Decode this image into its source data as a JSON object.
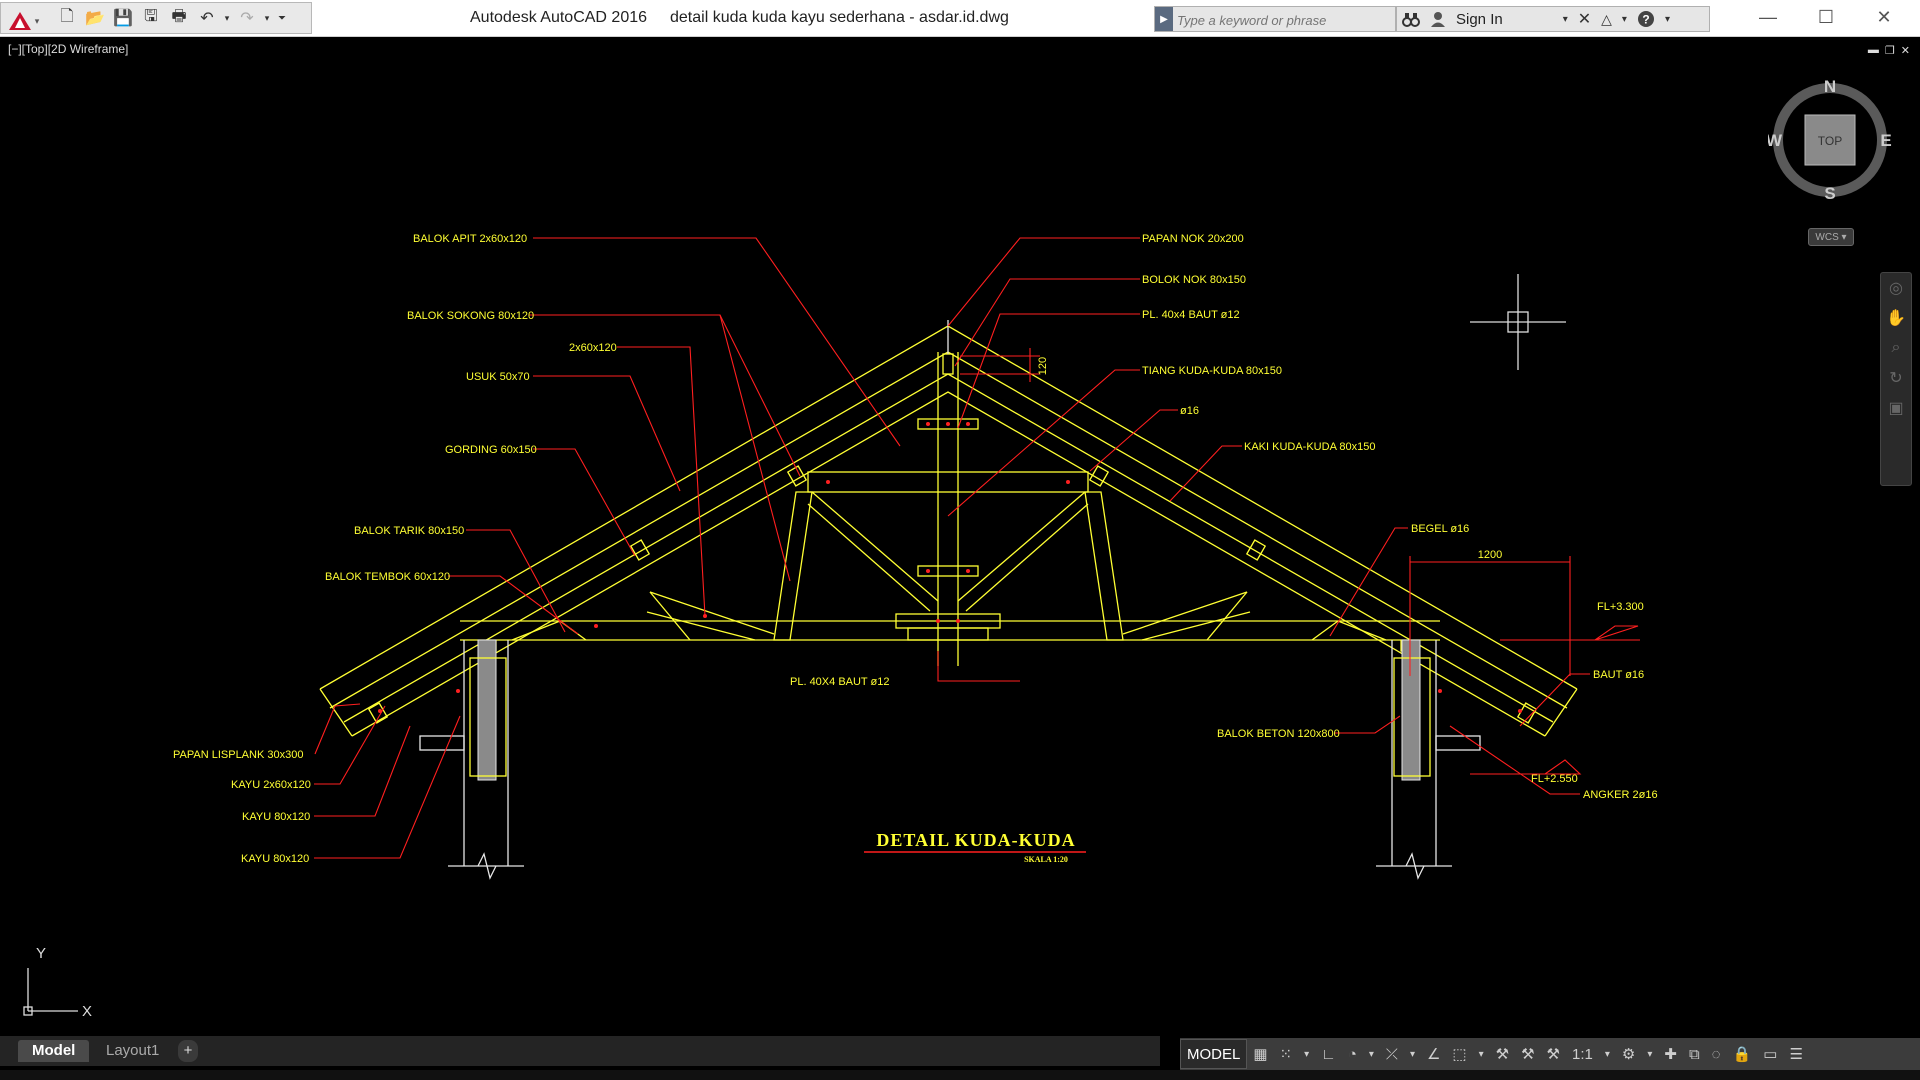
{
  "title_bar": {
    "app_name": "Autodesk AutoCAD 2016",
    "document": "detail kuda kuda kayu sederhana - asdar.id.dwg",
    "search_placeholder": "Type a keyword or phrase",
    "sign_in": "Sign In"
  },
  "viewport": {
    "label": "[−][Top][2D Wireframe]"
  },
  "viewcube": {
    "top": "TOP",
    "north": "N",
    "south": "S",
    "east": "E",
    "west": "W",
    "wcs": "WCS"
  },
  "ucs": {
    "x": "X",
    "y": "Y"
  },
  "drawing": {
    "title": "DETAIL  KUDA-KUDA",
    "scale": "SKALA 1:20",
    "labels_left": [
      "BALOK APIT 2x60x120",
      "BALOK SOKONG 80x120",
      "2x60x120",
      "USUK 50x70",
      "GORDING 60x150",
      "BALOK TARIK 80x150",
      "BALOK TEMBOK 60x120",
      "PAPAN LISPLANK 30x300",
      "KAYU 2x60x120",
      "KAYU 80x120",
      "KAYU 80x120"
    ],
    "labels_right": [
      "PAPAN NOK 20x200",
      "BOLOK NOK 80x150",
      "PL. 40x4 BAUT ø12",
      "TIANG KUDA-KUDA 80x150",
      "ø16",
      "KAKI KUDA-KUDA 80x150",
      "BEGEL ø16",
      "BAUT ø16",
      "BALOK BETON 120x800",
      "ANGKER 2ø16"
    ],
    "label_center_bottom": "PL. 40X4 BAUT ø12",
    "dim_ridge": "120",
    "dim_overhang": "1200",
    "elev_top": "FL+3.300",
    "elev_bottom": "FL+2.550"
  },
  "tabs": {
    "model": "Model",
    "layout1": "Layout1",
    "add": "+"
  },
  "status_bar": {
    "model": "MODEL",
    "scale": "1:1"
  }
}
